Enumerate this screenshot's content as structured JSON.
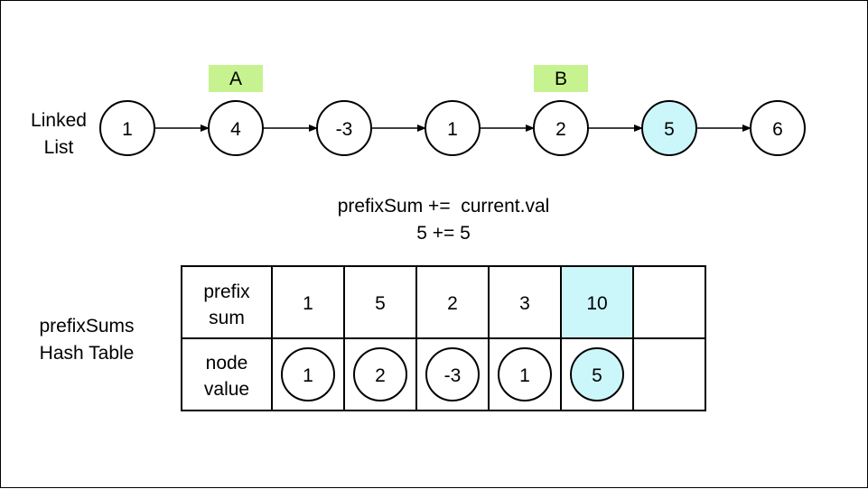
{
  "linked_list": {
    "label_line1": "Linked",
    "label_line2": "List",
    "nodes": [
      "1",
      "4",
      "-3",
      "1",
      "2",
      "5",
      "6"
    ],
    "highlight_index": 5,
    "tags": [
      {
        "label": "A",
        "node_index": 1
      },
      {
        "label": "B",
        "node_index": 4
      }
    ]
  },
  "formula": {
    "line1": "prefixSum +=  current.val",
    "line2": "5 += 5"
  },
  "hash_table": {
    "label_line1": "prefixSums",
    "label_line2": "Hash Table",
    "row1_header_line1": "prefix",
    "row1_header_line2": "sum",
    "row2_header_line1": "node",
    "row2_header_line2": "value",
    "prefix_sums": [
      "1",
      "5",
      "2",
      "3",
      "10",
      ""
    ],
    "node_values": [
      "1",
      "2",
      "-3",
      "1",
      "5",
      ""
    ],
    "highlight_column": 4
  },
  "colors": {
    "tag_fill": "#c6f28f",
    "highlight_fill": "#ccf7fa",
    "stroke": "#000000",
    "background": "#ffffff"
  }
}
